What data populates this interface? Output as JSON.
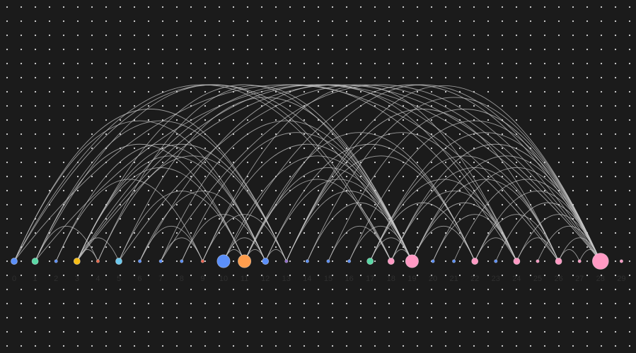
{
  "chart_data": {
    "type": "arc-diagram",
    "background": "#1b1b1b",
    "grid": true,
    "link_color": "#c8c8c8",
    "nodes": [
      {
        "label": "0",
        "size": 2,
        "color": "#5b8ff9"
      },
      {
        "label": "1",
        "size": 2,
        "color": "#5ad8a6"
      },
      {
        "label": "2",
        "size": 1,
        "color": "#5b8ff9"
      },
      {
        "label": "3",
        "size": 2,
        "color": "#f6bd16"
      },
      {
        "label": "4",
        "size": 1,
        "color": "#e8684a"
      },
      {
        "label": "5",
        "size": 2,
        "color": "#6dc8ec"
      },
      {
        "label": "6",
        "size": 1,
        "color": "#5b8ff9"
      },
      {
        "label": "7",
        "size": 1,
        "color": "#5b8ff9"
      },
      {
        "label": "8",
        "size": 1,
        "color": "#5b8ff9"
      },
      {
        "label": "9",
        "size": 1,
        "color": "#e86452"
      },
      {
        "label": "10",
        "size": 4,
        "color": "#5b8ff9"
      },
      {
        "label": "11",
        "size": 4,
        "color": "#ff9d4d"
      },
      {
        "label": "12",
        "size": 2,
        "color": "#5b8ff9"
      },
      {
        "label": "13",
        "size": 1,
        "color": "#9270ca"
      },
      {
        "label": "14",
        "size": 1,
        "color": "#5b8ff9"
      },
      {
        "label": "15",
        "size": 1,
        "color": "#5b8ff9"
      },
      {
        "label": "16",
        "size": 1,
        "color": "#5b8ff9"
      },
      {
        "label": "17",
        "size": 2,
        "color": "#5ad8a6"
      },
      {
        "label": "18",
        "size": 2,
        "color": "#ff99c3"
      },
      {
        "label": "19",
        "size": 4,
        "color": "#ff99c3"
      },
      {
        "label": "20",
        "size": 1,
        "color": "#5b8ff9"
      },
      {
        "label": "21",
        "size": 1,
        "color": "#5b8ff9"
      },
      {
        "label": "22",
        "size": 2,
        "color": "#ff99c3"
      },
      {
        "label": "23",
        "size": 1,
        "color": "#5b8ff9"
      },
      {
        "label": "24",
        "size": 2,
        "color": "#ff99c3"
      },
      {
        "label": "25",
        "size": 1,
        "color": "#ff99c3"
      },
      {
        "label": "26",
        "size": 2,
        "color": "#ff99c3"
      },
      {
        "label": "27",
        "size": 1,
        "color": "#ff99c3"
      },
      {
        "label": "28",
        "size": 5,
        "color": "#ff99c3"
      },
      {
        "label": "29",
        "size": 1,
        "color": "#ff99c3"
      }
    ],
    "links": [
      [
        0,
        12
      ],
      [
        0,
        13
      ],
      [
        0,
        18
      ],
      [
        0,
        19
      ],
      [
        0,
        26
      ],
      [
        1,
        4
      ],
      [
        1,
        11
      ],
      [
        1,
        13
      ],
      [
        1,
        18
      ],
      [
        1,
        28
      ],
      [
        2,
        9
      ],
      [
        2,
        12
      ],
      [
        3,
        4
      ],
      [
        3,
        5
      ],
      [
        3,
        11
      ],
      [
        3,
        12
      ],
      [
        3,
        13
      ],
      [
        3,
        19
      ],
      [
        3,
        24
      ],
      [
        3,
        26
      ],
      [
        3,
        28
      ],
      [
        4,
        13
      ],
      [
        4,
        19
      ],
      [
        5,
        11
      ],
      [
        5,
        19
      ],
      [
        5,
        28
      ],
      [
        6,
        9
      ],
      [
        6,
        12
      ],
      [
        6,
        24
      ],
      [
        7,
        9
      ],
      [
        7,
        19
      ],
      [
        7,
        28
      ],
      [
        8,
        12
      ],
      [
        8,
        19
      ],
      [
        9,
        13
      ],
      [
        9,
        19
      ],
      [
        9,
        24
      ],
      [
        10,
        11
      ],
      [
        10,
        12
      ],
      [
        10,
        19
      ],
      [
        10,
        28
      ],
      [
        11,
        12
      ],
      [
        11,
        18
      ],
      [
        11,
        19
      ],
      [
        11,
        22
      ],
      [
        11,
        28
      ],
      [
        12,
        13
      ],
      [
        12,
        19
      ],
      [
        12,
        22
      ],
      [
        13,
        19
      ],
      [
        13,
        22
      ],
      [
        13,
        24
      ],
      [
        13,
        26
      ],
      [
        13,
        28
      ],
      [
        14,
        19
      ],
      [
        14,
        28
      ],
      [
        15,
        18
      ],
      [
        15,
        28
      ],
      [
        16,
        19
      ],
      [
        16,
        28
      ],
      [
        17,
        19
      ],
      [
        17,
        22
      ],
      [
        17,
        24
      ],
      [
        17,
        26
      ],
      [
        17,
        28
      ],
      [
        18,
        19
      ],
      [
        18,
        24
      ],
      [
        18,
        26
      ],
      [
        18,
        28
      ],
      [
        19,
        22
      ],
      [
        19,
        24
      ],
      [
        19,
        26
      ],
      [
        19,
        28
      ],
      [
        20,
        24
      ],
      [
        20,
        28
      ],
      [
        21,
        28
      ],
      [
        22,
        24
      ],
      [
        22,
        26
      ],
      [
        22,
        28
      ],
      [
        23,
        28
      ],
      [
        24,
        26
      ],
      [
        24,
        28
      ],
      [
        25,
        28
      ],
      [
        26,
        27
      ],
      [
        26,
        28
      ],
      [
        27,
        28
      ]
    ]
  }
}
